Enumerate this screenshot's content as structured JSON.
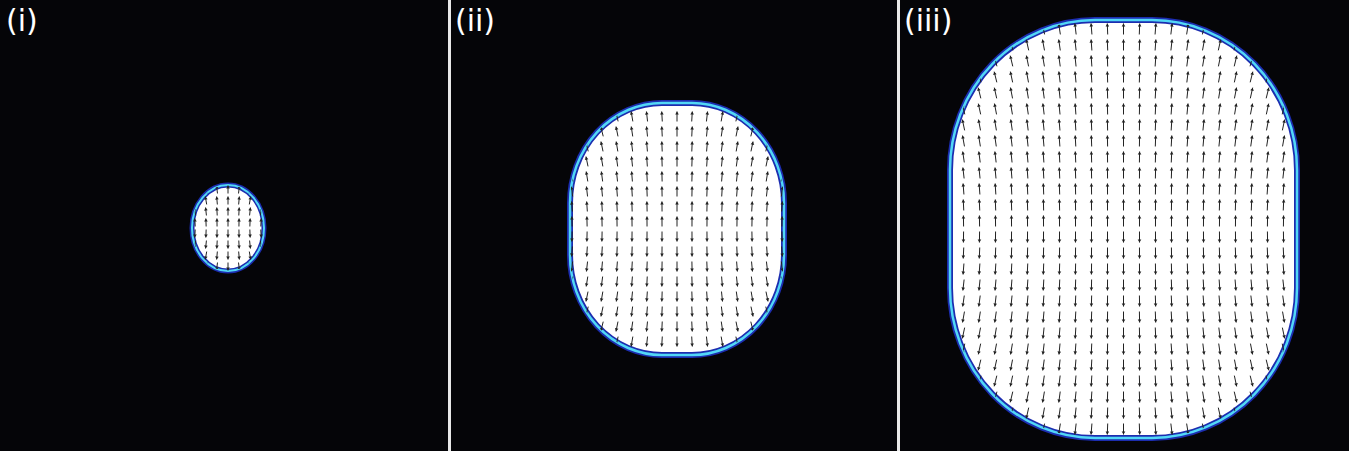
{
  "diagram": {
    "labels": [
      "(i)",
      "(ii)",
      "(iii)"
    ]
  }
}
